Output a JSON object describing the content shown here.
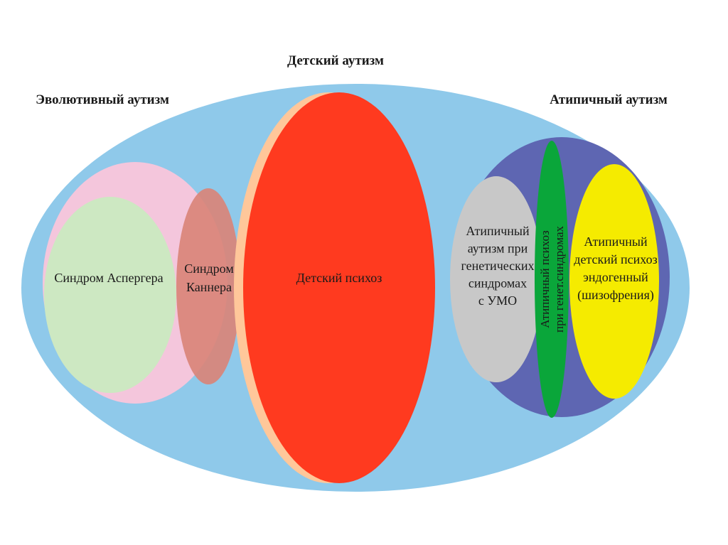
{
  "headings": {
    "center": "Детский аутизм",
    "left": "Эволютивный аутизм",
    "right": "Атипичный аутизм"
  },
  "regions": {
    "asperger": {
      "lines": [
        "Синдром Аспергера"
      ],
      "color": "#cde8c2"
    },
    "kanner": {
      "lines": [
        "Синдром",
        "Каннера"
      ],
      "color": "#d98478"
    },
    "psychosis": {
      "lines": [
        "Детский психоз"
      ],
      "color": "#ff3a1f"
    },
    "genetic": {
      "lines": [
        "Атипичный",
        "аутизм при",
        "генетических",
        "синдромах",
        "с УМО"
      ],
      "color": "#c8c8c8"
    },
    "green_band": {
      "lines": [
        "Атипичный психоз",
        "при генет.синдромах"
      ],
      "color": "#0aa63a"
    },
    "endogenous": {
      "lines": [
        "Атипичный",
        "детский психоз",
        "эндогенный",
        "(шизофрения)"
      ],
      "color": "#f5eb00"
    }
  },
  "colors": {
    "outer": "#8fc9ea",
    "pink": "#f4c6dc",
    "peach": "#ffc79a",
    "purple": "#5e66b2",
    "text": "#1a1a1a"
  }
}
